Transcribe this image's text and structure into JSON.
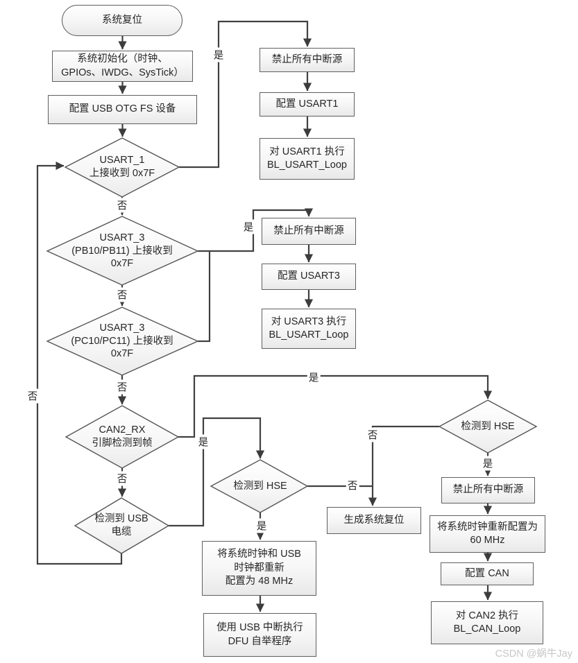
{
  "diagram": {
    "nodes": {
      "system_reset": "系统复位",
      "system_init": "系统初始化（时钟、\nGPIOs、IWDG、SysTick）",
      "configure_usb_otg": "配置 USB OTG FS 设备",
      "usart1_received": "USART_1\n上接收到 0x7F",
      "disable_interrupts_1": "禁止所有中断源",
      "configure_usart1": "配置 USART1",
      "usart1_loop": "对 USART1 执行\nBL_USART_Loop",
      "usart3_pb_received": "USART_3\n(PB10/PB11) 上接收到\n0x7F",
      "disable_interrupts_2": "禁止所有中断源",
      "configure_usart3": "配置 USART3",
      "usart3_loop": "对 USART3 执行\nBL_USART_Loop",
      "usart3_pc_received": "USART_3\n(PC10/PC11) 上接收到\n0x7F",
      "can2_frame": "CAN2_RX\n引脚检测到帧",
      "usb_cable": "检测到 USB\n电缆",
      "hse_mid": "检测到 HSE",
      "generate_reset": "生成系统复位",
      "reconfig_48mhz": "将系统时钟和 USB\n时钟都重新\n配置为 48 MHz",
      "dfu_bootloader": "使用 USB 中断执行\nDFU 自举程序",
      "hse_right": "检测到 HSE",
      "disable_interrupts_3": "禁止所有中断源",
      "reconfig_60mhz": "将系统时钟重新配置为\n60 MHz",
      "configure_can": "配置 CAN",
      "can2_loop": "对 CAN2 执行\nBL_CAN_Loop"
    },
    "labels": {
      "yes": "是",
      "no": "否"
    },
    "watermark": "CSDN @蜗牛Jay",
    "colors": {
      "line": "#404040",
      "node_border": "#5f5f5f",
      "text": "#262626",
      "watermark": "#c7c7c9"
    }
  }
}
